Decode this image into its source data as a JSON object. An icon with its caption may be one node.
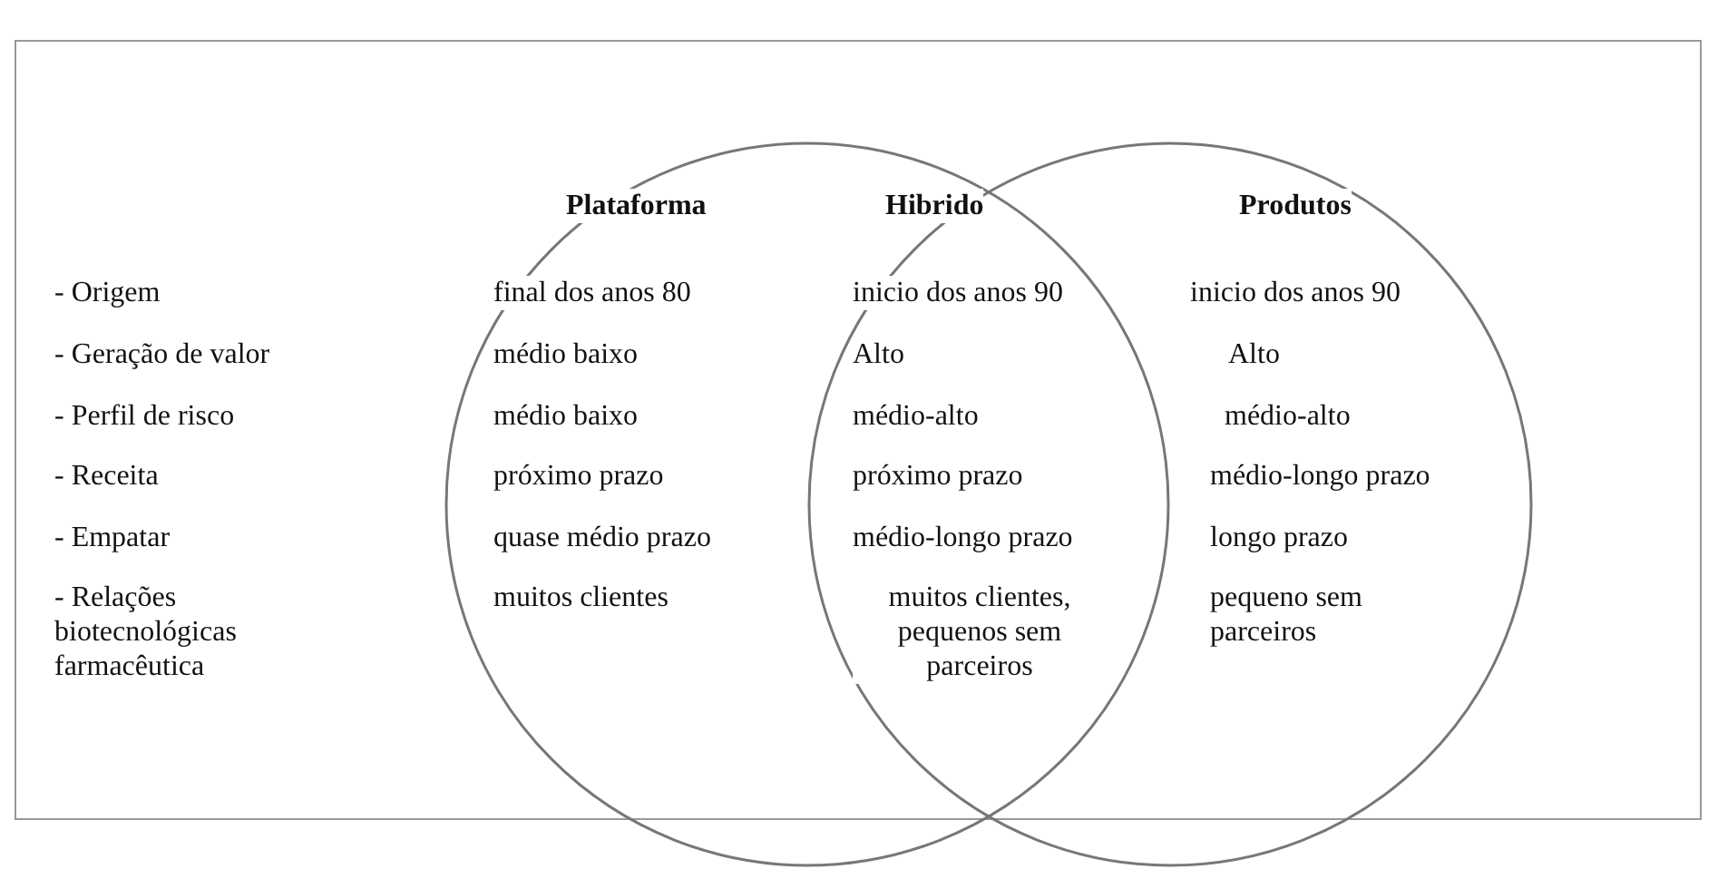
{
  "diagram": {
    "nodes": [
      {
        "text": [
          "Plataforma",
          "final dos anos 80",
          "médio baixo",
          "médio baixo",
          "próximo prazo",
          "quase médio prazo",
          "muitos clientes"
        ]
      },
      {
        "text": [
          "Hibrido",
          "inicio dos anos 90",
          "Alto",
          "médio-alto",
          "próximo prazo",
          "médio-longo prazo",
          "muitos clientes, pequenos sem parceiros"
        ]
      },
      {
        "text": [
          "Produtos",
          "inicio dos anos 90",
          "Alto",
          "médio-alto",
          "médio-longo prazo",
          "longo prazo",
          "pequeno sem parceiros"
        ]
      }
    ],
    "edges": [],
    "labels": [
      "- Origem",
      "- Geração de valor",
      "- Perfil de risco",
      "- Receita",
      "- Empatar",
      "- Relações biotecnológicas farmacêutica"
    ]
  }
}
